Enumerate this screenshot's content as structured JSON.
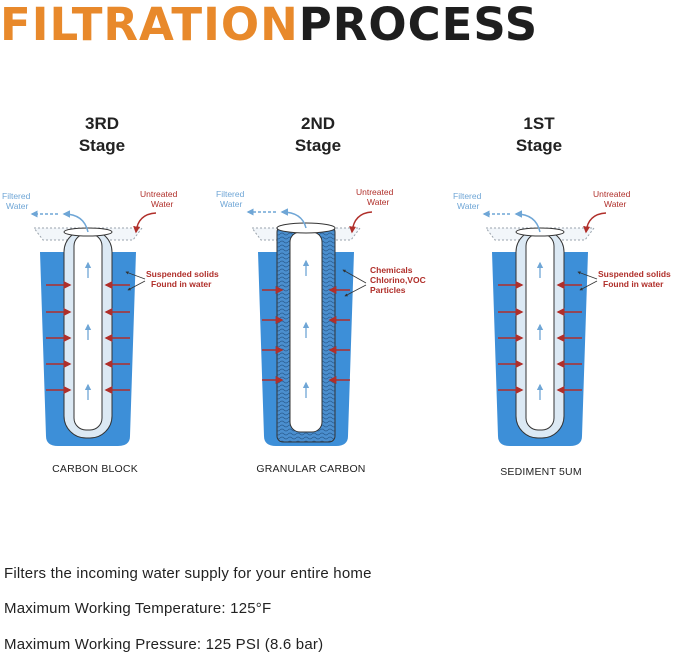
{
  "header": {
    "title_part1": "FILTRATION",
    "title_part2": "PROCESS"
  },
  "colors": {
    "accent_orange": "#e8892b",
    "water_blue": "#3d8fd8",
    "arrow_red": "#b02f2a",
    "filtered_blue": "#6fa6d6"
  },
  "stages": [
    {
      "number": "3RD",
      "word": "Stage",
      "filtered_label_line1": "Filtered",
      "filtered_label_line2": "Water",
      "untreated_label_line1": "Untreated",
      "untreated_label_line2": "Water",
      "callout_line1": "Suspended solids",
      "callout_line2": "Found in water",
      "callout_line3": "",
      "filter_name": "CARBON BLOCK"
    },
    {
      "number": "2ND",
      "word": "Stage",
      "filtered_label_line1": "Filtered",
      "filtered_label_line2": "Water",
      "untreated_label_line1": "Untreated",
      "untreated_label_line2": "Water",
      "callout_line1": "Chemicals",
      "callout_line2": "Chlorino,VOC",
      "callout_line3": "Particles",
      "filter_name": "GRANULAR CARBON"
    },
    {
      "number": "1ST",
      "word": "Stage",
      "filtered_label_line1": "Filtered",
      "filtered_label_line2": "Water",
      "untreated_label_line1": "Untreated",
      "untreated_label_line2": "Water",
      "callout_line1": "Suspended solids",
      "callout_line2": "Found in water",
      "callout_line3": "",
      "filter_name": "SEDIMENT 5UM"
    }
  ],
  "specs": [
    "Filters the incoming water supply for your entire home",
    "Maximum Working Temperature: 125°F",
    "Maximum Working Pressure: 125 PSI (8.6 bar)"
  ]
}
